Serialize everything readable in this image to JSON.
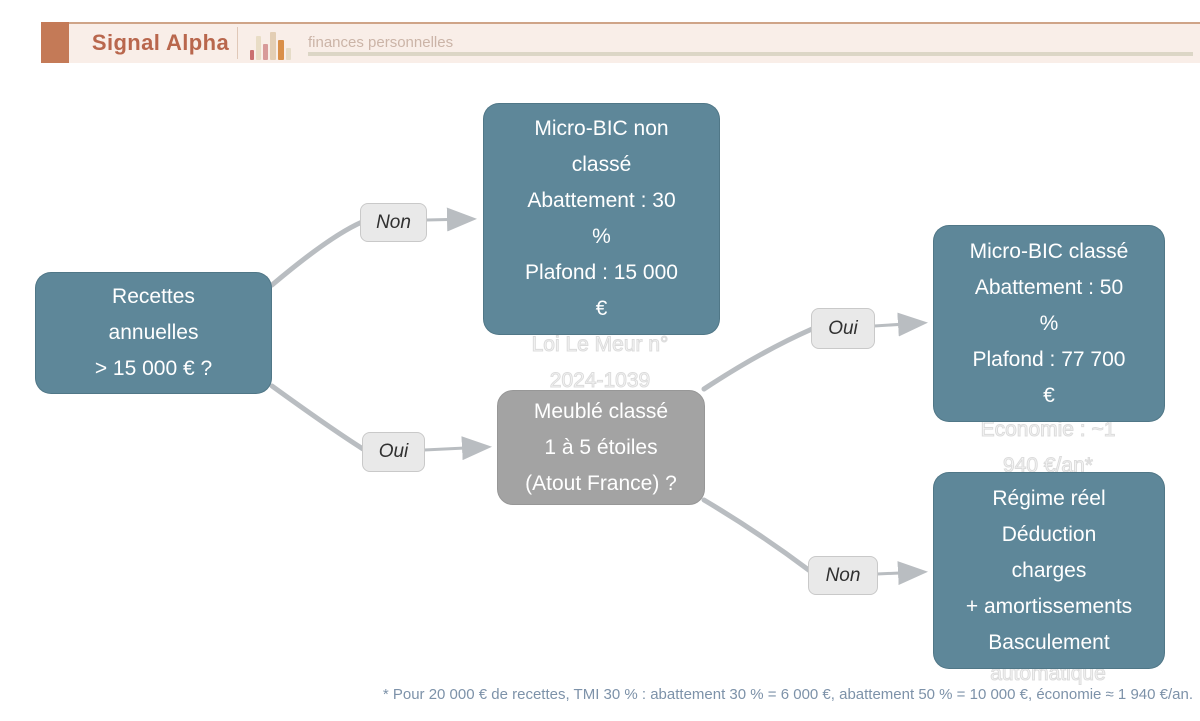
{
  "brand": {
    "name": "Signal Alpha",
    "tagline": "finances personnelles",
    "logo_icon": "bar-chart-icon",
    "colors": {
      "accent_square": "#c47a57",
      "title_text": "#b9674d",
      "band_background": "#f9eee8",
      "band_top_border": "#cfa488",
      "underline_strip": "#dcd6c6",
      "tagline_text": "#cbb4a7"
    }
  },
  "flowchart": {
    "colors": {
      "node_teal": "#5e8799",
      "node_gray": "#a3a3a3",
      "edge_stroke": "#b9bdc1",
      "edge_label_bg": "#e9e9e9",
      "node_text": "#ffffff",
      "watermark_outline": "#dcdcdc"
    },
    "nodes": {
      "root": {
        "text": "Recettes\nannuelles\n> 15 000 € ?",
        "color": "#5e8799"
      },
      "microNonClasse": {
        "text": "Micro-BIC non\nclassé\nAbattement : 30\n%\nPlafond : 15 000\n€",
        "subtext": "Loi Le Meur n°\n2024-1039",
        "color": "#5e8799"
      },
      "meubleClasse": {
        "text": "Meublé classé\n1 à 5 étoiles\n(Atout France) ?",
        "color": "#a3a3a3"
      },
      "microClasse": {
        "text": "Micro-BIC classé\nAbattement : 50\n%\nPlafond : 77 700\n€",
        "subtext": "Économie : ~1\n940 €/an*",
        "color": "#5e8799"
      },
      "regimeReel": {
        "text": "Régime réel\nDéduction\ncharges\n+ amortissements\nBasculement",
        "subtext": "automatique",
        "color": "#5e8799"
      }
    },
    "edges": {
      "nonTop": {
        "label": "Non"
      },
      "ouiLeft": {
        "label": "Oui"
      },
      "ouiRight": {
        "label": "Oui"
      },
      "nonBottom": {
        "label": "Non"
      }
    }
  },
  "footnote": "* Pour 20 000 € de recettes, TMI 30 % : abattement 30 % = 6 000 €, abattement 50 % = 10 000 €, économie ≈ 1 940 €/an."
}
